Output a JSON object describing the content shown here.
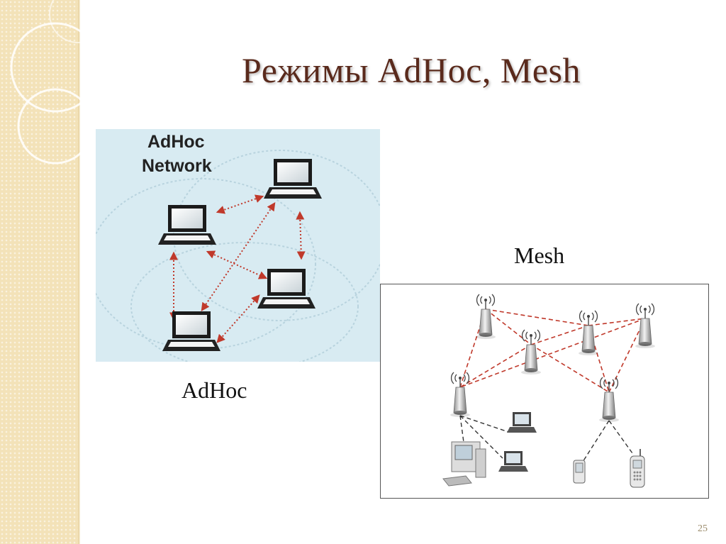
{
  "slide": {
    "title": "Режимы AdHoc, Mesh",
    "page_number": "25"
  },
  "adhoc_figure": {
    "heading_line1": "AdHoc",
    "heading_line2": "Network",
    "caption": "AdHoc"
  },
  "mesh_figure": {
    "caption": "Mesh"
  },
  "colors": {
    "title": "#5a2a1c",
    "sidebar": "#f3e2b8",
    "adhoc_background": "#d8ebf2",
    "link_red": "#c0392b"
  }
}
